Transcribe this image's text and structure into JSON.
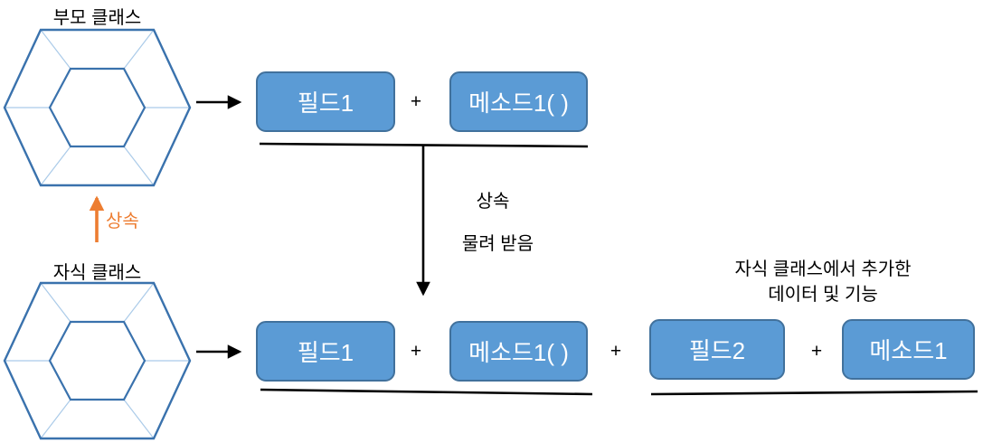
{
  "diagram": {
    "parent_class": {
      "label": "부모 클래스"
    },
    "child_class": {
      "label": "자식 클래스"
    },
    "inherit_up_label": "상속",
    "inherit_down_label_1": "상속",
    "inherit_down_label_2": "물려 받음",
    "added_note_line1": "자식 클래스에서 추가한",
    "added_note_line2": "데이터 및 기능",
    "plus": "+",
    "parent_members": [
      {
        "label": "필드1"
      },
      {
        "label": "메소드1( )"
      }
    ],
    "child_members": [
      {
        "label": "필드1"
      },
      {
        "label": "메소드1( )"
      },
      {
        "label": "필드2"
      },
      {
        "label": "메소드1"
      }
    ],
    "colors": {
      "box_fill": "#5B9BD5",
      "box_border": "#41719C",
      "hexagon_stroke": "#3A72AD",
      "hexagon_connector": "#ABCBE9",
      "accent_orange": "#ED7D31",
      "line_black": "#000000"
    }
  }
}
